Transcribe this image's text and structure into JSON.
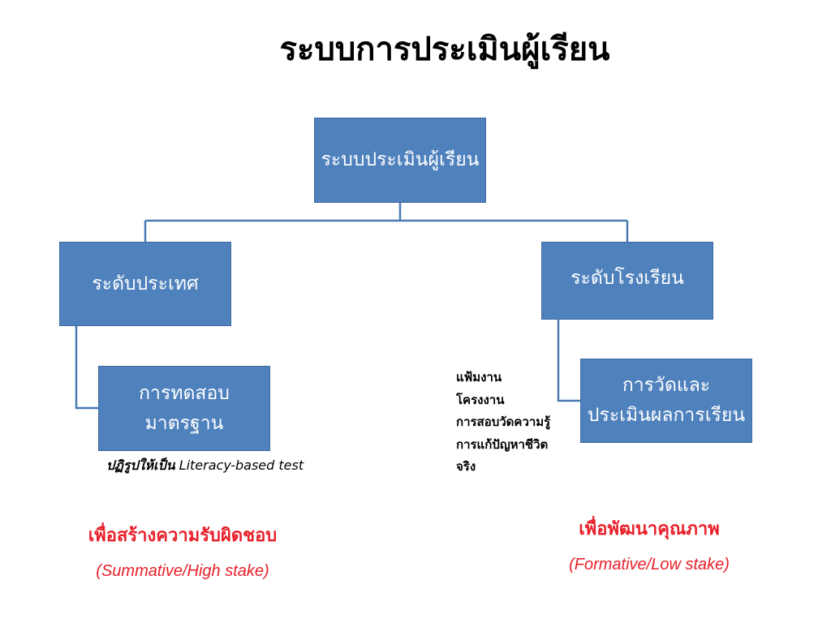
{
  "title": "ระบบการประเมินผู้เรียน",
  "nodes": {
    "root": "ระบบประเมินผู้เรียน",
    "country_level": "ระดับประเทศ",
    "school_level": "ระดับโรงเรียน",
    "standard_test": {
      "line1": "การทดสอบ",
      "line2": "มาตรฐาน"
    },
    "school_assessment": {
      "line1": "การวัดและ",
      "line2": "ประเมินผลการเรียน"
    }
  },
  "reform_note": {
    "thai": "ปฏิรูปให้เป็น",
    "english": "Literacy-based test"
  },
  "school_methods": [
    "แฟ้มงาน",
    "โครงงาน",
    "การสอบวัดความรู้",
    "การแก้ปัญหาชีวิต",
    "จริง"
  ],
  "goals": {
    "left": {
      "label": "เพื่อสร้างความรับผิดชอบ",
      "subtitle": "(Summative/High stake)"
    },
    "right": {
      "label": "เพื่อพัฒนาคุณภาพ",
      "subtitle": "(Formative/Low stake)"
    }
  },
  "colors": {
    "box_fill": "#4f81bd",
    "goal_text": "#e8202a",
    "connector": "#4a7ab5"
  }
}
